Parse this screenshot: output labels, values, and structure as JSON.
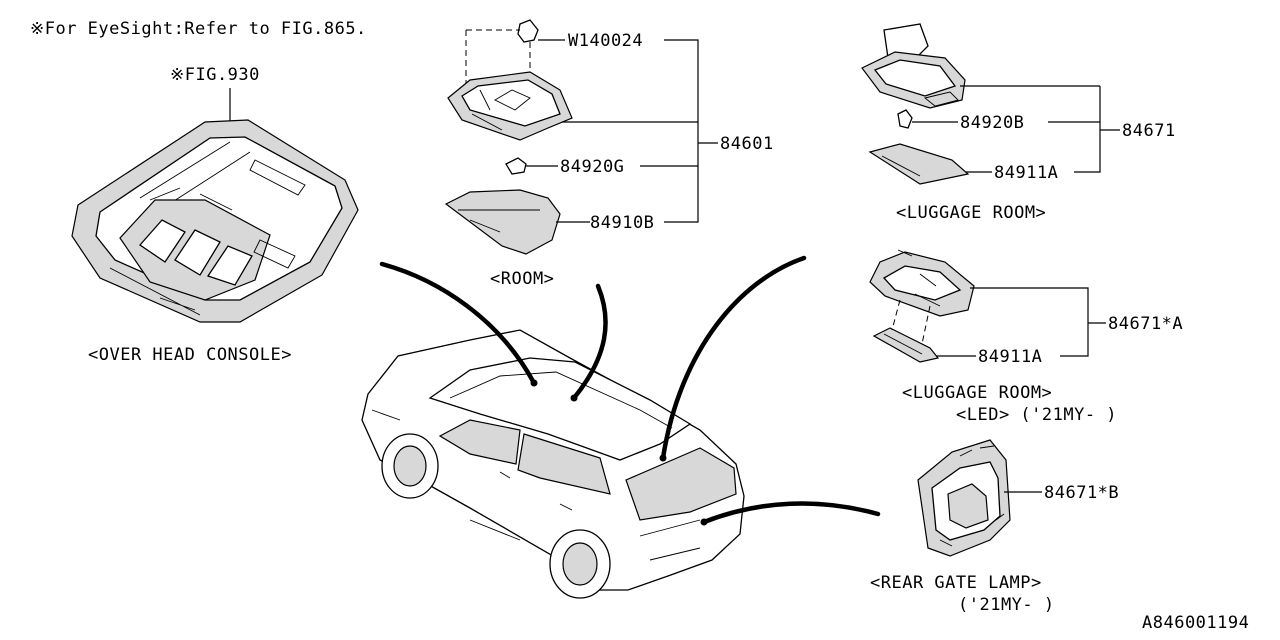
{
  "header": {
    "eyesight_note": "※For EyeSight:Refer to FIG.865.",
    "fig_ref": "※FIG.930",
    "diagram_id": "A846001194"
  },
  "sections": {
    "overhead_console": "<OVER HEAD CONSOLE>",
    "room": "<ROOM>",
    "luggage_room": "<LUGGAGE ROOM>",
    "luggage_room_led": "<LUGGAGE ROOM>",
    "led_note": "<LED> ('21MY- )",
    "rear_gate_lamp": "<REAR GATE LAMP>",
    "rear_gate_note": "('21MY- )"
  },
  "parts": {
    "w140024": "W140024",
    "p84601": "84601",
    "p84920g": "84920G",
    "p84910b": "84910B",
    "p84920b": "84920B",
    "p84671": "84671",
    "p84911a_top": "84911A",
    "p84671a": "84671*A",
    "p84911a_led": "84911A",
    "p84671b": "84671*B"
  }
}
